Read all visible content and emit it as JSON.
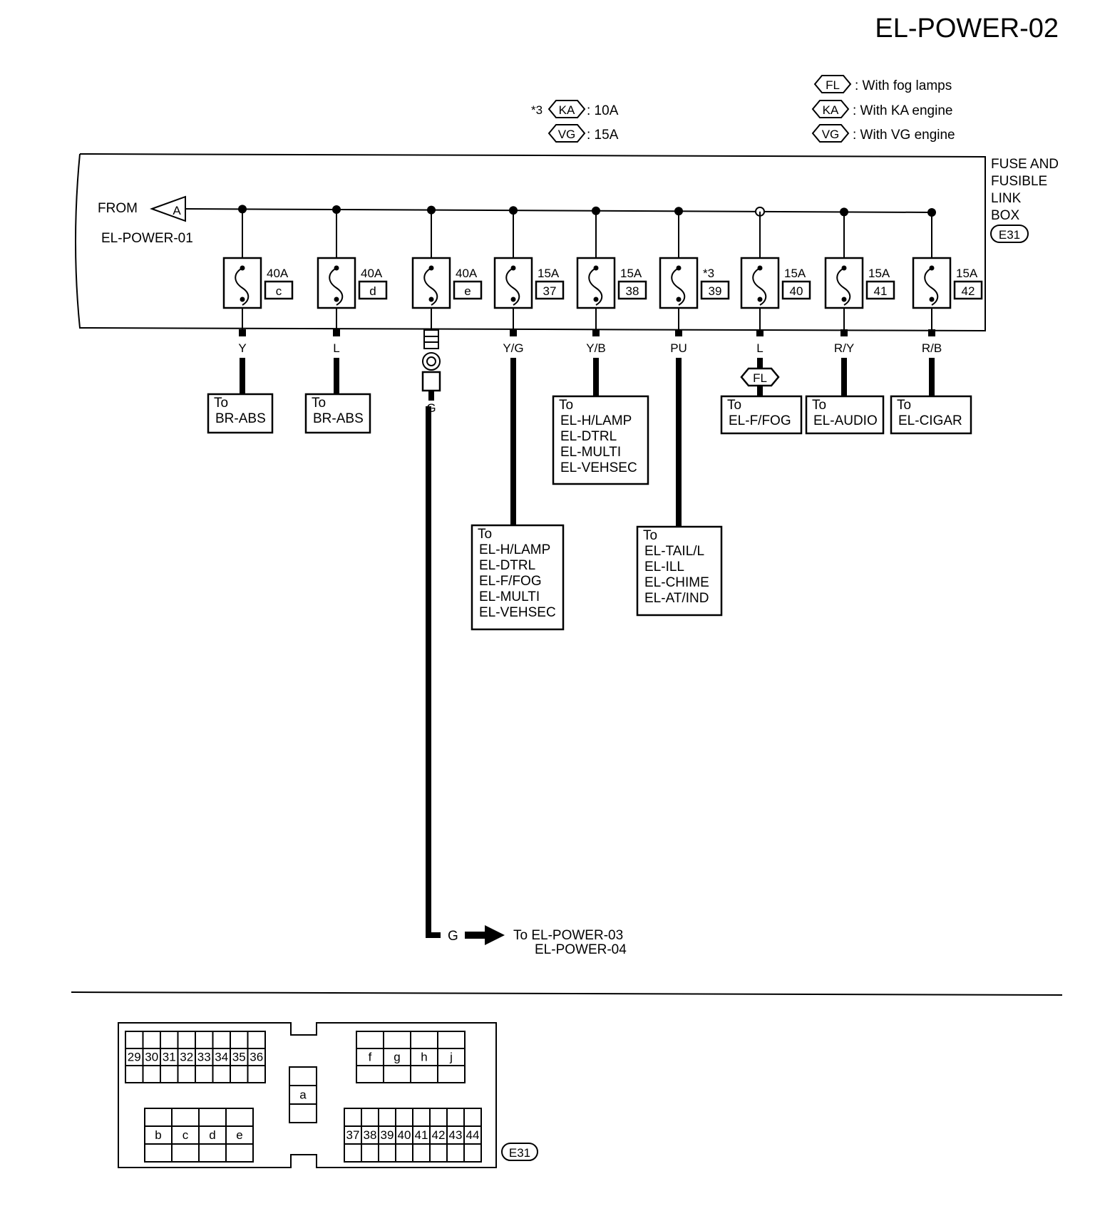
{
  "title": "EL-POWER-02",
  "legend": [
    {
      "tag": "FL",
      "text": ": With fog lamps"
    },
    {
      "tag": "KA",
      "text": ": With KA engine"
    },
    {
      "tag": "VG",
      "text": ": With VG engine"
    }
  ],
  "note": {
    "star": "*3",
    "rows": [
      {
        "tag": "KA",
        "text": ": 10A"
      },
      {
        "tag": "VG",
        "text": ": 15A"
      }
    ]
  },
  "box_label": [
    "FUSE AND",
    "FUSIBLE",
    "LINK",
    "BOX"
  ],
  "box_connector": "E31",
  "from": {
    "label": "FROM",
    "page": "EL-POWER-01",
    "tag": "A"
  },
  "fuses": [
    {
      "rating": "40A",
      "id": "c",
      "wire": "Y",
      "dest": [
        "To",
        "BR-ABS"
      ]
    },
    {
      "rating": "40A",
      "id": "d",
      "wire": "L",
      "dest": [
        "To",
        "BR-ABS"
      ]
    },
    {
      "rating": "40A",
      "id": "e",
      "wire": "G",
      "dest": []
    },
    {
      "rating": "15A",
      "id": "37",
      "wire": "Y/G",
      "dest": [
        "To",
        "EL-H/LAMP",
        "EL-DTRL",
        "EL-F/FOG",
        "EL-MULTI",
        "EL-VEHSEC"
      ]
    },
    {
      "rating": "15A",
      "id": "38",
      "wire": "Y/B",
      "dest": [
        "To",
        "EL-H/LAMP",
        "EL-DTRL",
        "EL-MULTI",
        "EL-VEHSEC"
      ]
    },
    {
      "rating": "*3",
      "id": "39",
      "wire": "PU",
      "dest": [
        "To",
        "EL-TAIL/L",
        "EL-ILL",
        "EL-CHIME",
        "EL-AT/IND"
      ]
    },
    {
      "rating": "15A",
      "id": "40",
      "wire": "L",
      "dest": [
        "To",
        "EL-F/FOG"
      ],
      "option": "FL"
    },
    {
      "rating": "15A",
      "id": "41",
      "wire": "R/Y",
      "dest": [
        "To",
        "EL-AUDIO"
      ]
    },
    {
      "rating": "15A",
      "id": "42",
      "wire": "R/B",
      "dest": [
        "To",
        "EL-CIGAR"
      ]
    }
  ],
  "g_out": {
    "wire": "G",
    "text1": "To EL-POWER-03",
    "text2": "EL-POWER-04"
  },
  "connector": {
    "id": "E31",
    "top_left": [
      "29",
      "30",
      "31",
      "32",
      "33",
      "34",
      "35",
      "36"
    ],
    "top_right": [
      "f",
      "g",
      "h",
      "j"
    ],
    "middle": [
      "a"
    ],
    "bottom_left": [
      "b",
      "c",
      "d",
      "e"
    ],
    "bottom_right": [
      "37",
      "38",
      "39",
      "40",
      "41",
      "42",
      "43",
      "44"
    ]
  }
}
